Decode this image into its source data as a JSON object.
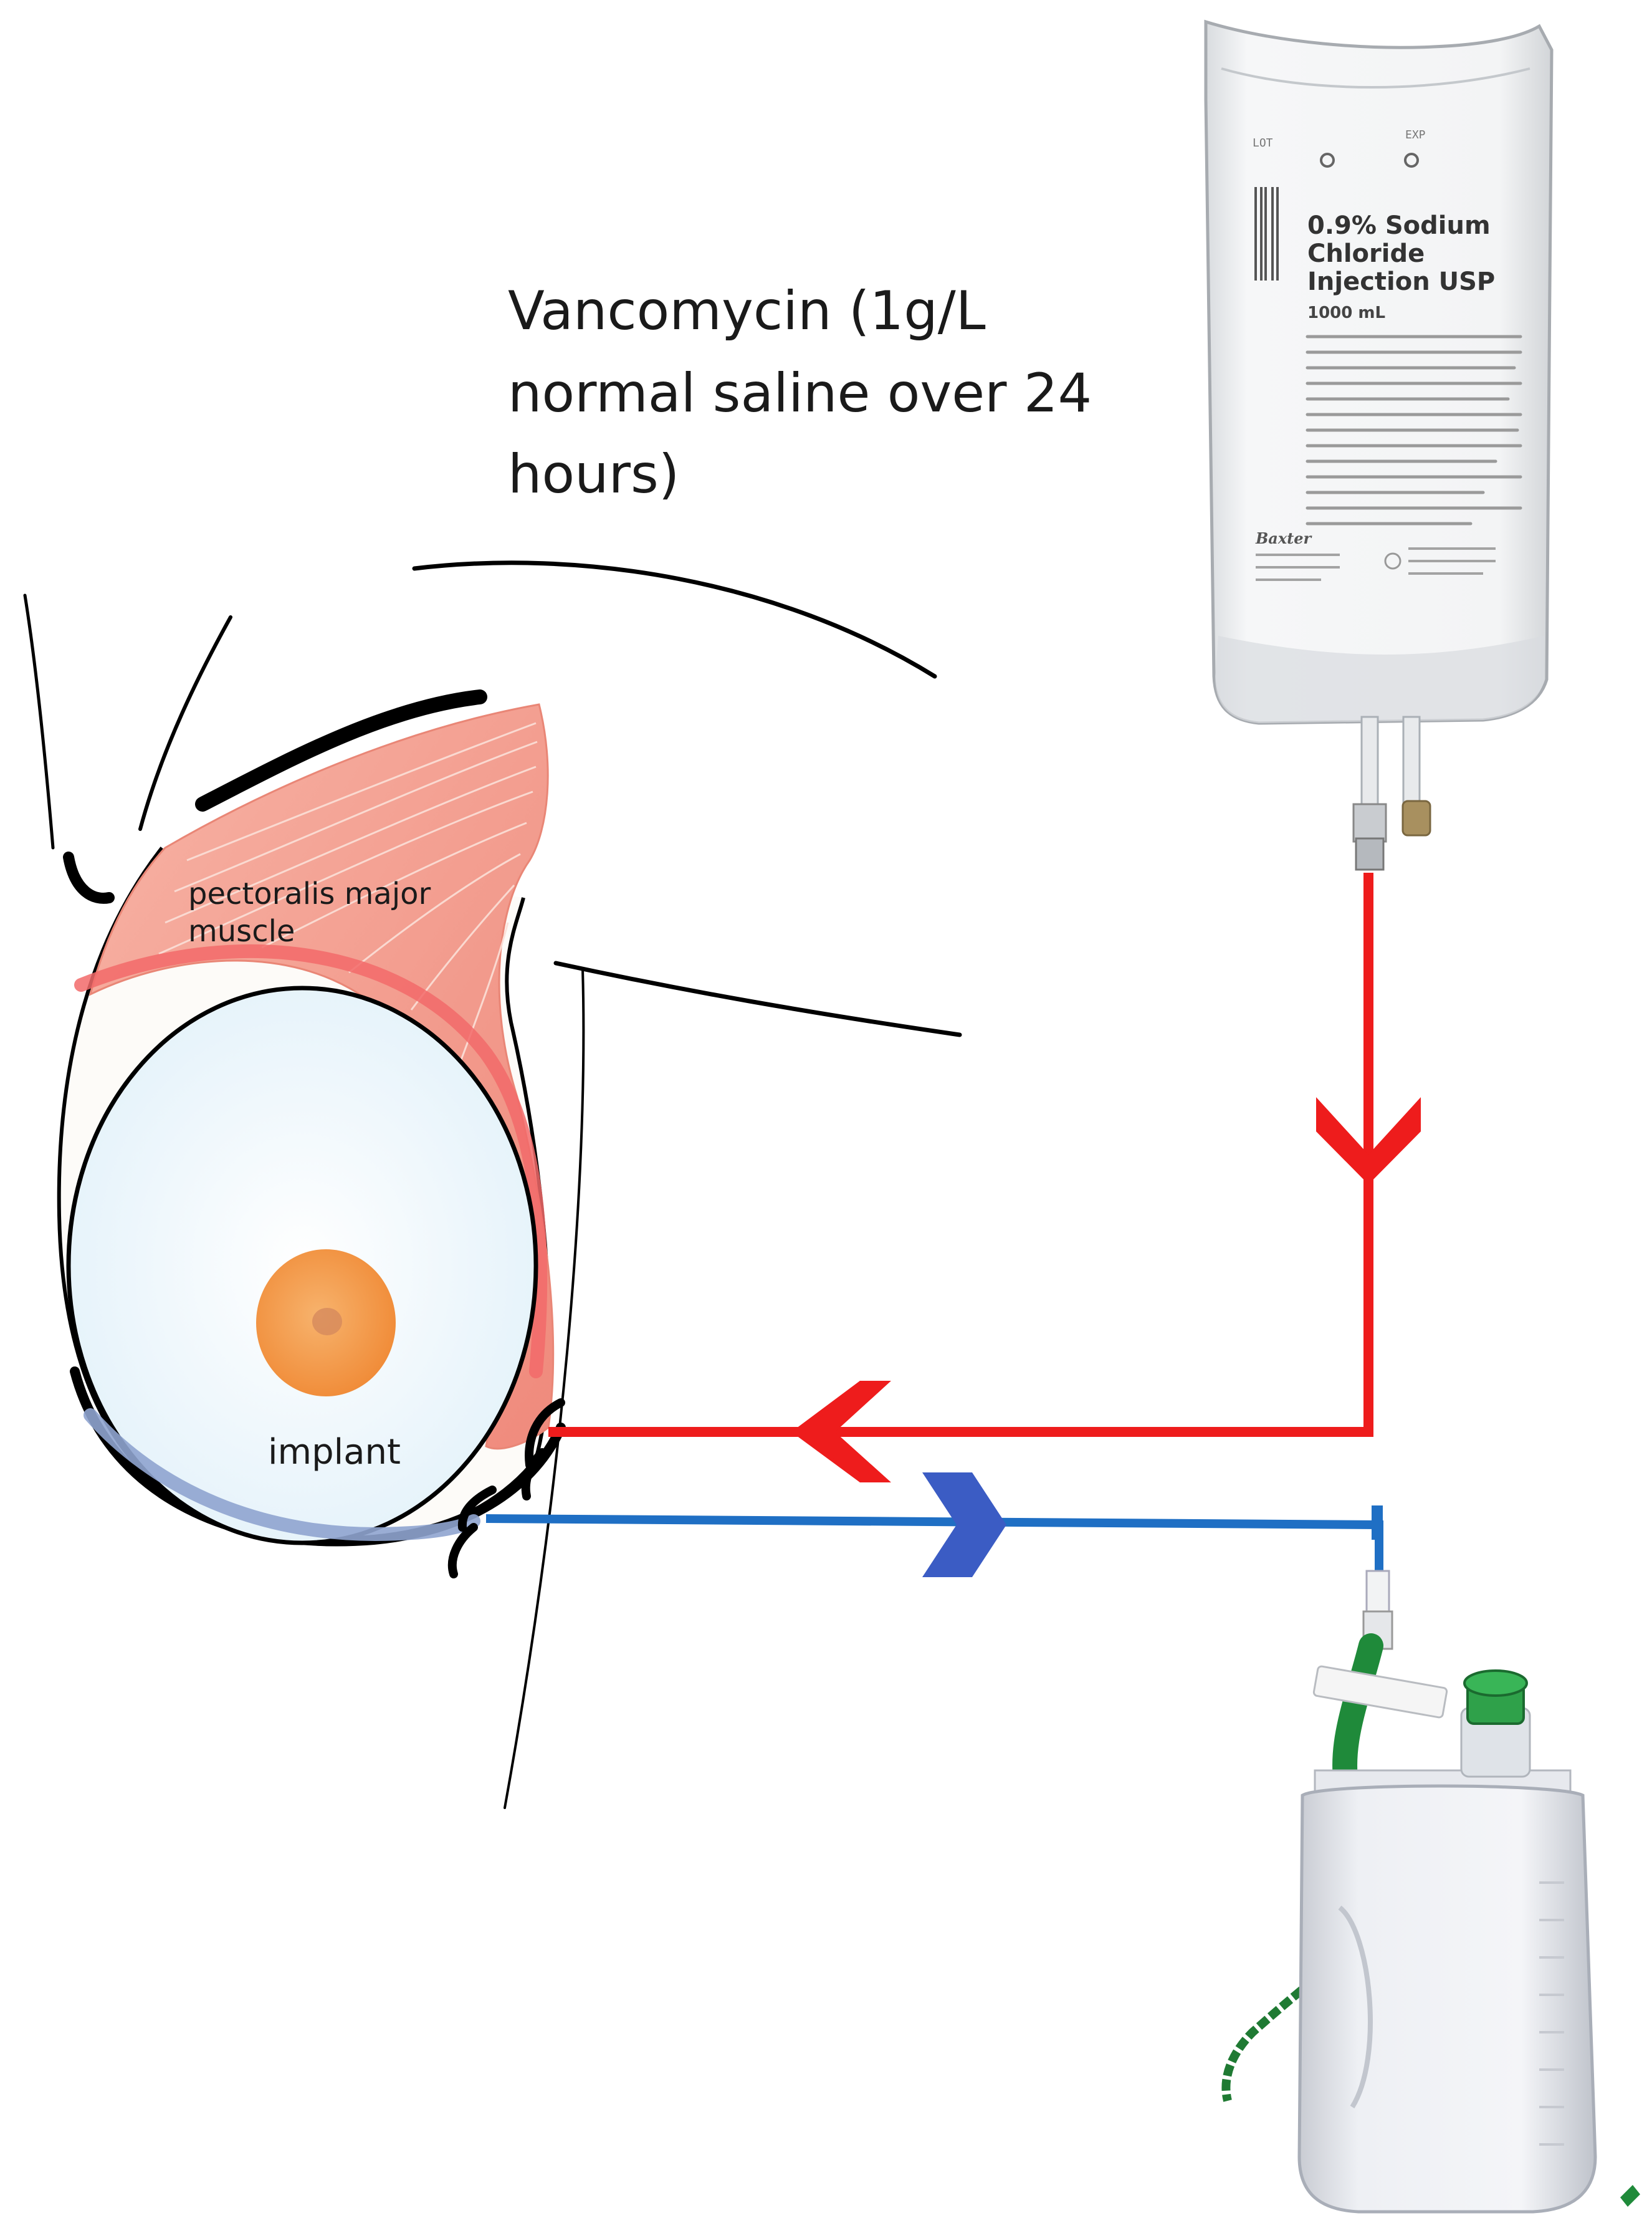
{
  "caption": {
    "lines": [
      "Vancomycin (1g/L",
      "normal saline over 24",
      "hours)"
    ]
  },
  "labels": {
    "muscle_line1": "pectoralis major",
    "muscle_line2": "muscle",
    "implant": "implant"
  },
  "iv_bag": {
    "lot_label": "LOT",
    "exp_label": "EXP",
    "title_line1": "0.9% Sodium",
    "title_line2": "Chloride",
    "title_line3": "Injection USP",
    "volume": "1000 mL",
    "brand": "Baxter"
  },
  "colors": {
    "inflow_line": "#ee1c1c",
    "outflow_line": "#1f6fc4",
    "outflow_arrow": "#3b5cc4",
    "muscle_fill": "#f3a396",
    "muscle_stripe": "#f26a6a",
    "implant_fill": "#eef7fc",
    "nipple": "#f39a4a",
    "drain_green": "#1f8a3a"
  }
}
